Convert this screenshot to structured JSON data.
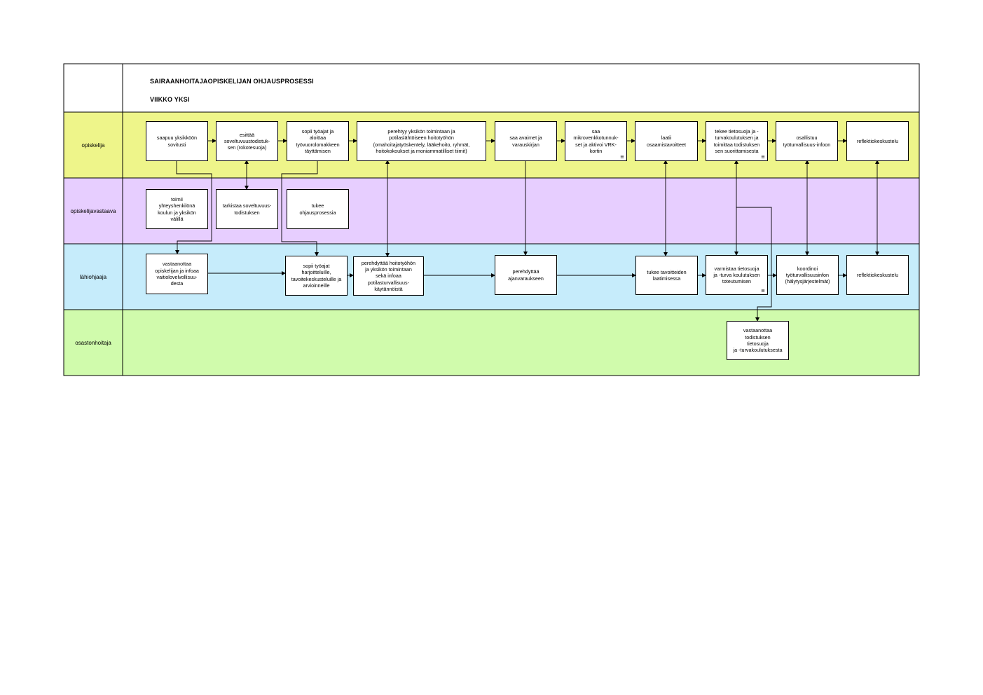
{
  "header": {
    "title": "SAIRAANHOITAJAOPISKELIJAN OHJAUSPROSESSI",
    "subtitle": "VIIKKO YKSI"
  },
  "lanes": [
    {
      "id": "opiskelija",
      "label": "opiskelija",
      "color": "#eef58a"
    },
    {
      "id": "opiskelijavastaava",
      "label": "opiskelijavastaava",
      "color": "#e7ceff"
    },
    {
      "id": "lahiohjaaja",
      "label": "lähiohjaaja",
      "color": "#c6ecfb"
    },
    {
      "id": "osastonhoitaja",
      "label": "osastonhoitaja",
      "color": "#d0fbac"
    }
  ],
  "boxes": {
    "o1": "saapuu yksikköön\nsovitusti",
    "o2": "esittää\nsoveltuvuustodistuk-\nsen (rokotesuoja)",
    "o3": "sopii työajat ja\naloittaa\ntyövuorolomakkeen\ntäyttämisen",
    "o4": "perehtyy yksikön toimintaan ja\npotilaslähtöiseen hoitotyöhön\n(omahoitajatyöskentely, lääkehoito, ryhmät,\nhoitokokoukset ja moniammatilliset tiimit)",
    "o5": "saa avaimet ja\nvarauskirjan",
    "o6": "saa\nmikrovenkkotunnuk-\nset ja aktivoi VRK-\nkortin",
    "o7": "laatii\nosaamistavoitteet",
    "o8": "tekee tietosuoja ja -\nturvakoulutuksen ja\ntoimittaa todistuksen\nsen suorittamisesta",
    "o9": "osallistuu\ntyöturvallisuus-infoon",
    "o10": "reflektiokeskustelu",
    "v1": "toimii\nyhteyshenkilönä\nkoulun ja yksikön\nvälillä",
    "v2": "tarkistaa soveltuvuus-\ntodistuksen",
    "v3": "tukee\nohjausprosessia",
    "l1": "vastaanottaa\nopiskelijan ja infoaa\nvaitiolovelvollisuu-\ndesta",
    "l2": "sopii työajat\nharjoitteluille,\ntavoitekeskusteluille ja\narvioinneille",
    "l3": "perehdyttää hoitotyöhön\nja yksikön toimintaan\nsekä infoaa\npotilasturvallisuus-\nkäytännöistä",
    "l4": "perehdyttää\najanvaraukseen",
    "l5": "tukee tavoitteiden\nlaatimisessa",
    "l6": "varmistaa tietosuoja\nja -turva koulutuksen\ntoteutumisen",
    "l7": "koordinoi\ntyöturvallisuusinfon\n(hälytysjärjestelmät)",
    "l8": "reflektiokeskustelu",
    "h1": "vastaanottaa\ntodistuksen\ntietosuoja\nja -turvakoulutuksesta"
  },
  "icons": {
    "document": "document-icon"
  }
}
